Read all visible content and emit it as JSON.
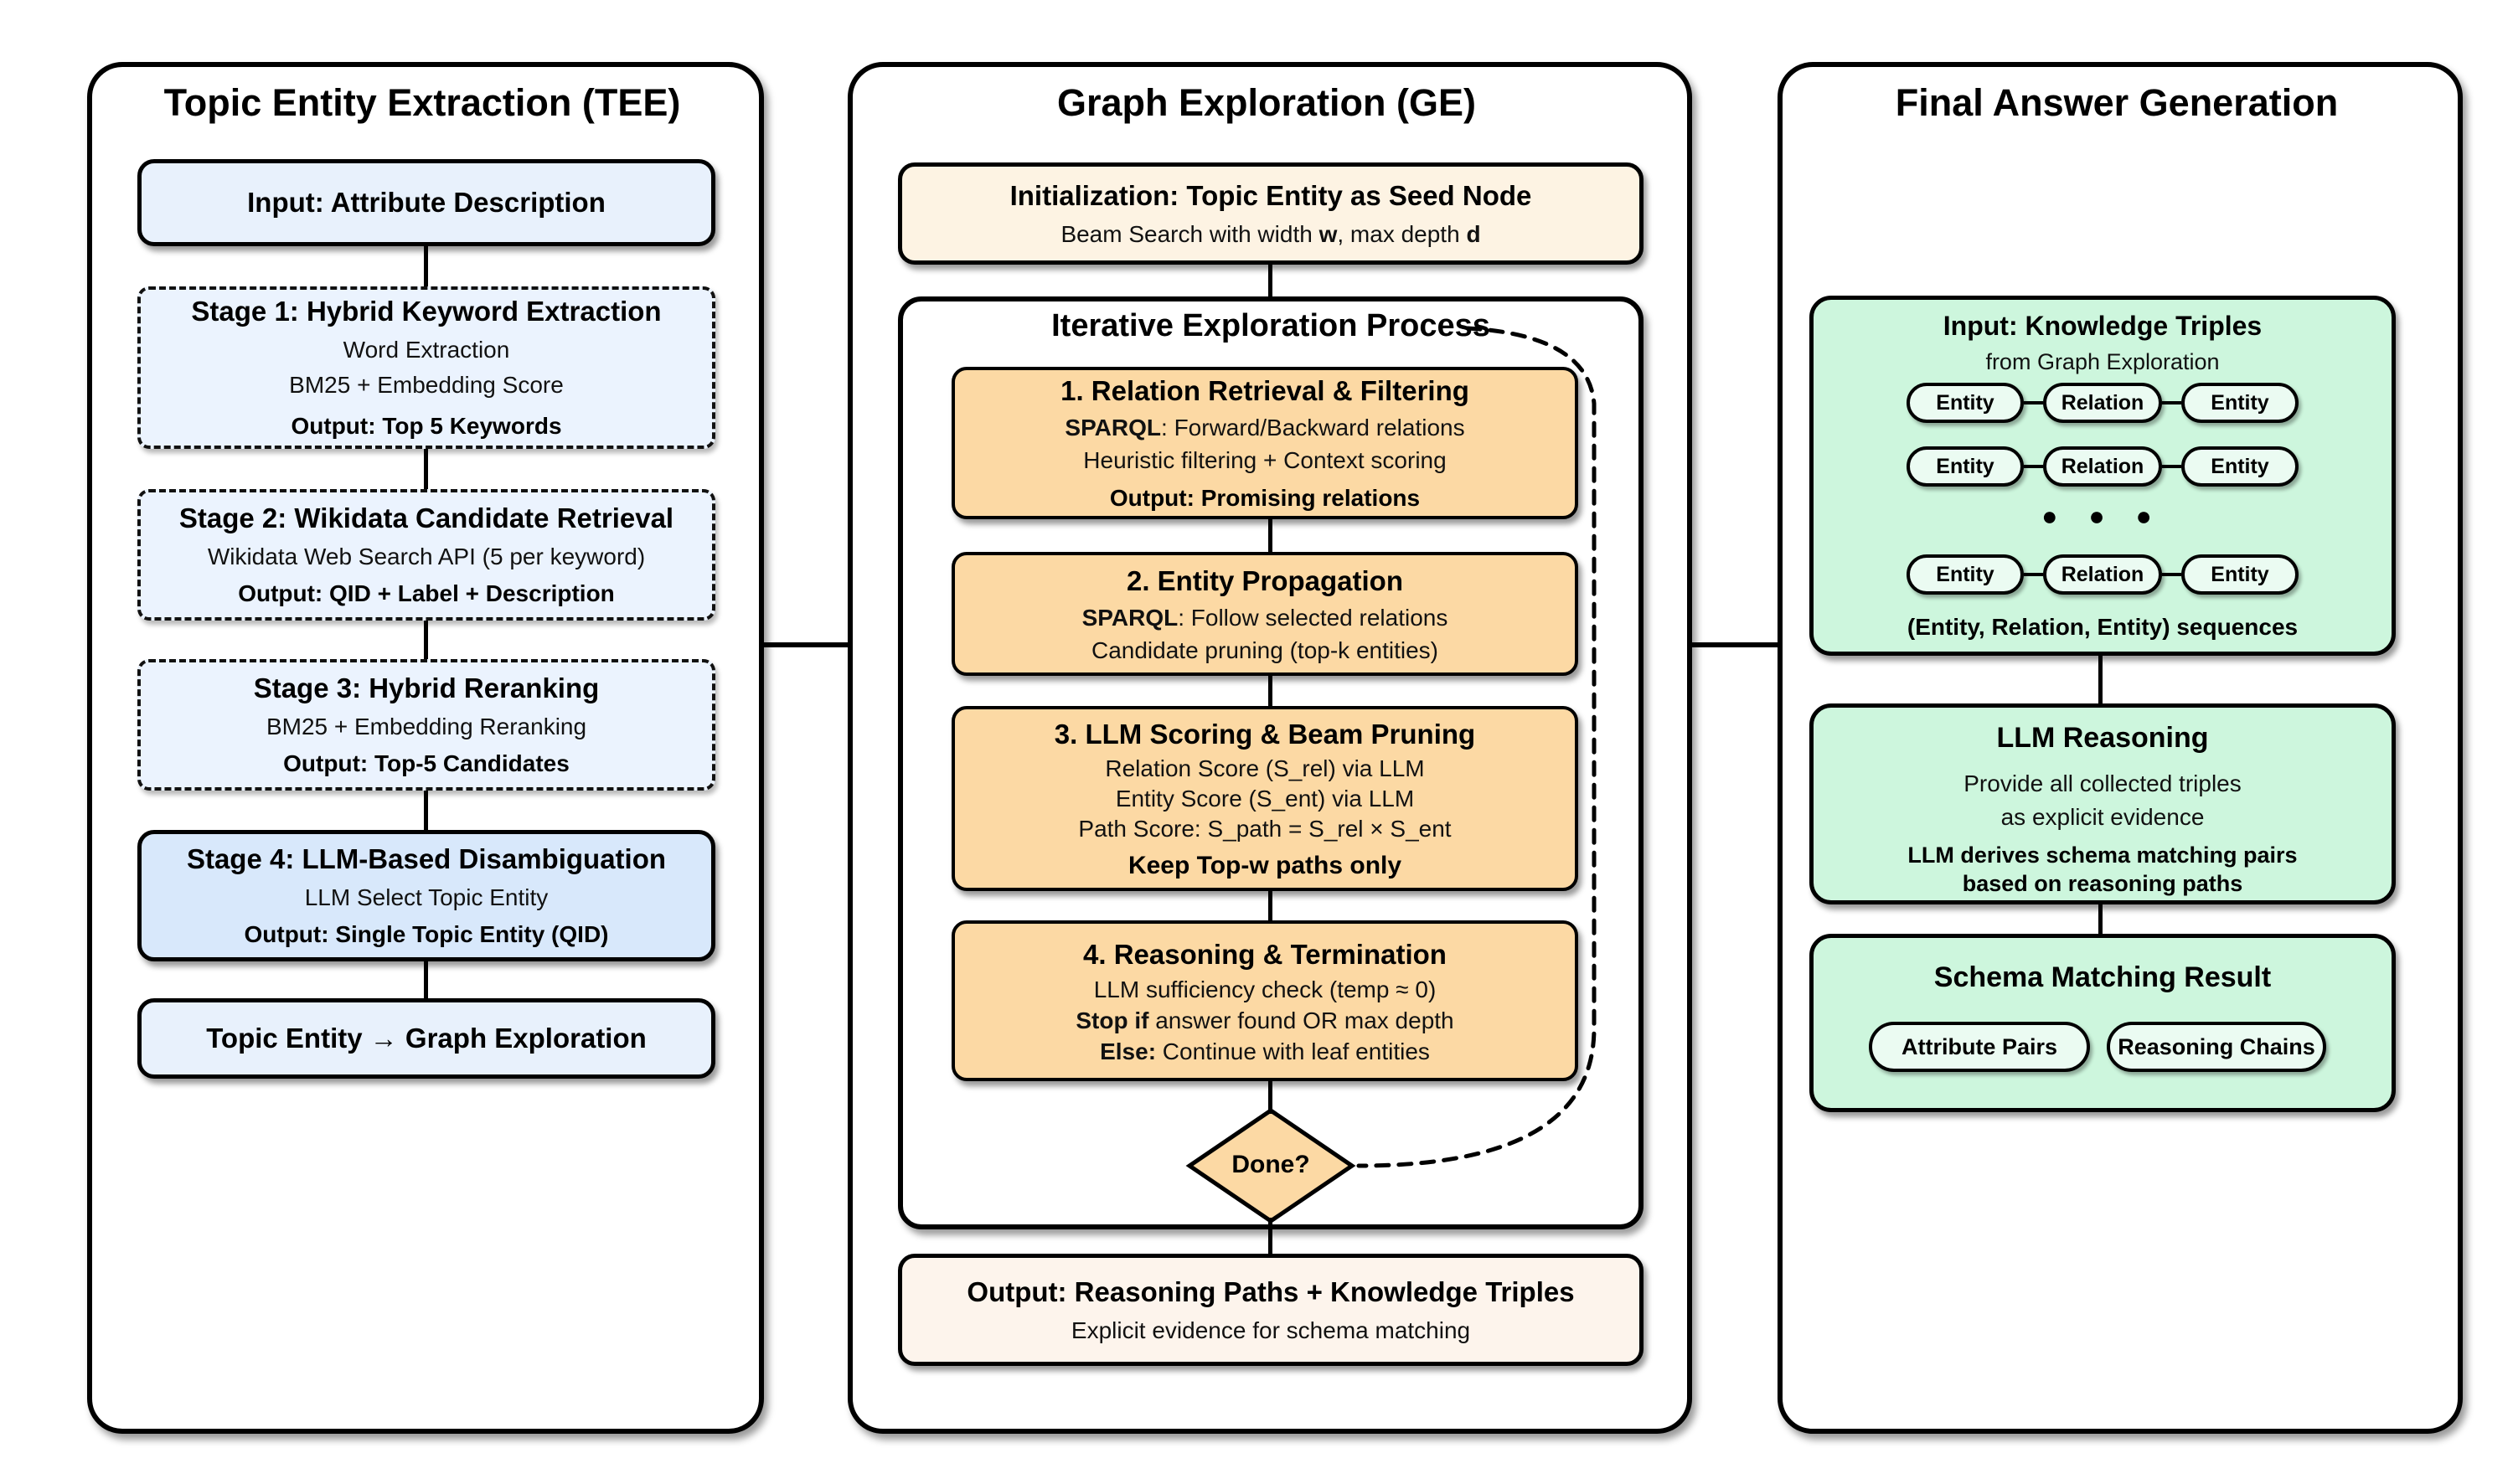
{
  "colors": {
    "blue_fill": "#e8f1fc",
    "blue_light": "#ebf3fe",
    "blue_dark": "#d8e8fb",
    "orange_fill": "#fcd9a4",
    "cream_fill": "#fdf3e3",
    "cream_light": "#fdf4ec",
    "green_fill": "#cdf6dd",
    "green_pill": "#ebfbf2",
    "border": "#000000"
  },
  "tee": {
    "title": "Topic Entity Extraction (TEE)",
    "input_label": "Input: Attribute Description",
    "stage1": {
      "title": "Stage 1: Hybrid Keyword Extraction",
      "line1": "Word Extraction",
      "line2": "BM25 + Embedding Score",
      "output": "Output: Top 5 Keywords"
    },
    "stage2": {
      "title": "Stage 2: Wikidata Candidate Retrieval",
      "line1": "Wikidata Web Search API (5 per keyword)",
      "output": "Output: QID + Label + Description"
    },
    "stage3": {
      "title": "Stage 3: Hybrid Reranking",
      "line1": "BM25 + Embedding Reranking",
      "output": "Output: Top-5 Candidates"
    },
    "stage4": {
      "title": "Stage 4: LLM-Based Disambiguation",
      "line1": "LLM Select Topic Entity",
      "output": "Output: Single Topic Entity (QID)"
    },
    "final_label": "Topic Entity → Graph Exploration"
  },
  "ge": {
    "title": "Graph Exploration (GE)",
    "init": {
      "title": "Initialization: Topic Entity as Seed Node",
      "seg1": "Beam Search with width ",
      "seg2": "w",
      "seg3": ", max depth ",
      "seg4": "d"
    },
    "loop_label": "Iterative Exploration Process",
    "step1": {
      "title": "1. Relation Retrieval & Filtering",
      "l1b": "SPARQL",
      "l1r": ": Forward/Backward relations",
      "l2": "Heuristic filtering + Context scoring",
      "output": "Output: Promising relations"
    },
    "step2": {
      "title": "2. Entity Propagation",
      "l1b": "SPARQL",
      "l1r": ": Follow selected relations",
      "l2": "Candidate pruning (top-k entities)"
    },
    "step3": {
      "title": "3. LLM Scoring & Beam Pruning",
      "l1": "Relation Score (S_rel) via LLM",
      "l2": "Entity Score (S_ent) via LLM",
      "l3": "Path Score: S_path = S_rel × S_ent",
      "output": "Keep Top-w paths only"
    },
    "step4": {
      "title": "4. Reasoning & Termination",
      "l1": "LLM sufficiency check (temp ≈ 0)",
      "l2b": "Stop if",
      "l2r": " answer found OR max depth",
      "l3b": "Else:",
      "l3r": " Continue with leaf entities"
    },
    "decision_label": "Done?",
    "output": {
      "title": "Output: Reasoning Paths + Knowledge Triples",
      "sub": "Explicit evidence for schema matching"
    }
  },
  "fag": {
    "title": "Final Answer Generation",
    "input": {
      "title": "Input: Knowledge Triples",
      "sub": "from Graph Exploration",
      "entity": "Entity",
      "relation": "Relation",
      "dots": "● ● ●",
      "caption": "(Entity, Relation, Entity) sequences"
    },
    "reasoning": {
      "title": "LLM Reasoning",
      "l1": "Provide all collected triples",
      "l2": "as explicit evidence",
      "l3": "LLM derives schema matching pairs",
      "l4": "based on reasoning paths"
    },
    "result": {
      "title": "Schema Matching Result",
      "pill1": "Attribute Pairs",
      "pill2": "Reasoning Chains"
    }
  }
}
